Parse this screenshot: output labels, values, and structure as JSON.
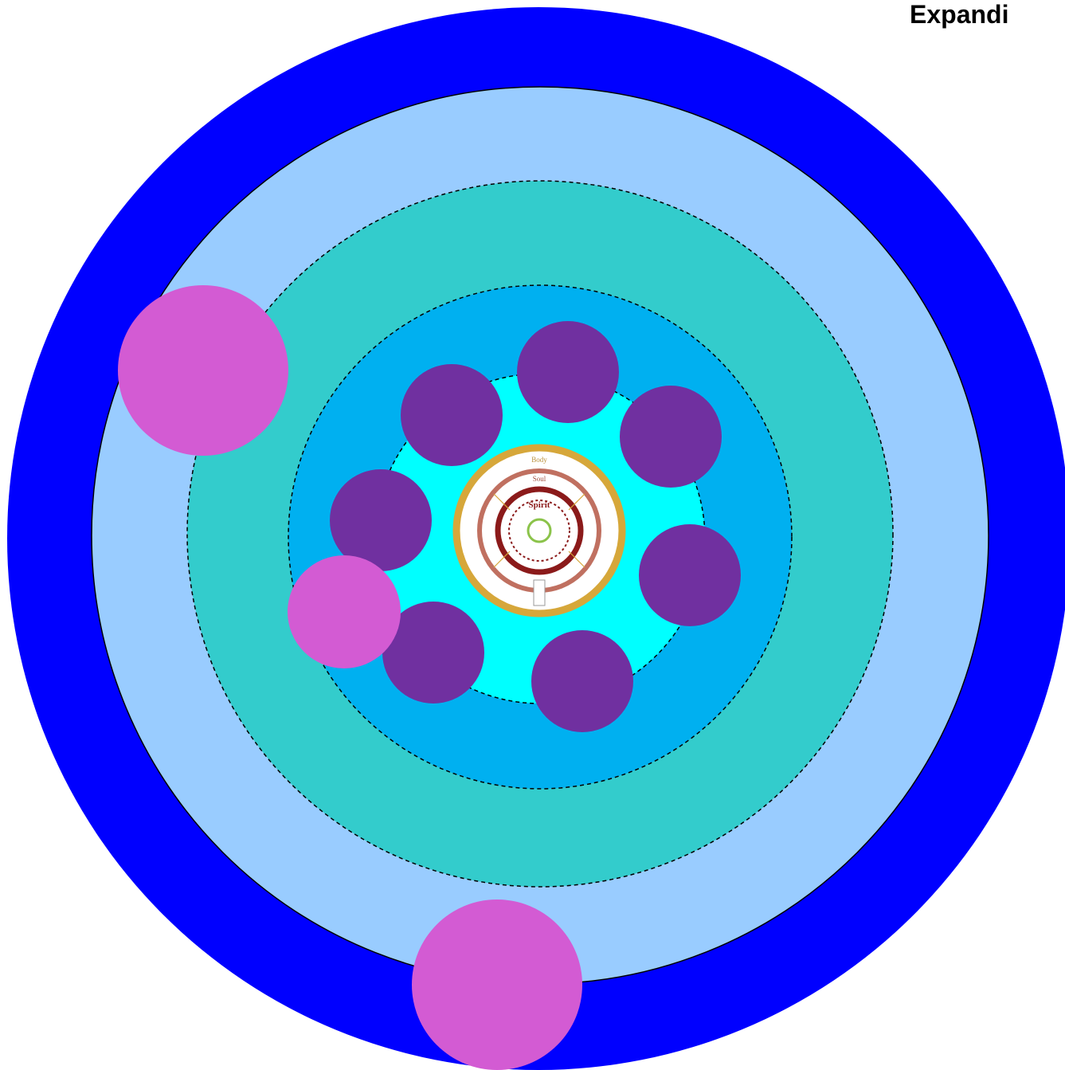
{
  "title": "Expandi",
  "colors": {
    "outer_ring": "#0000ff",
    "light_ring": "#99ccff",
    "teal_ring": "#33cccc",
    "blue_ring": "#00b0f0",
    "inner_core": "#00ffff",
    "purple_circle": "#7030a0",
    "pink_circle": "#d35bd3",
    "emblem_gold": "#d6a73a",
    "emblem_red": "#8b1a1a",
    "emblem_green": "#8bc34a"
  },
  "emblem": {
    "outer_label": "Body",
    "middle_label": "Soul",
    "inner_label": "Spirit"
  }
}
